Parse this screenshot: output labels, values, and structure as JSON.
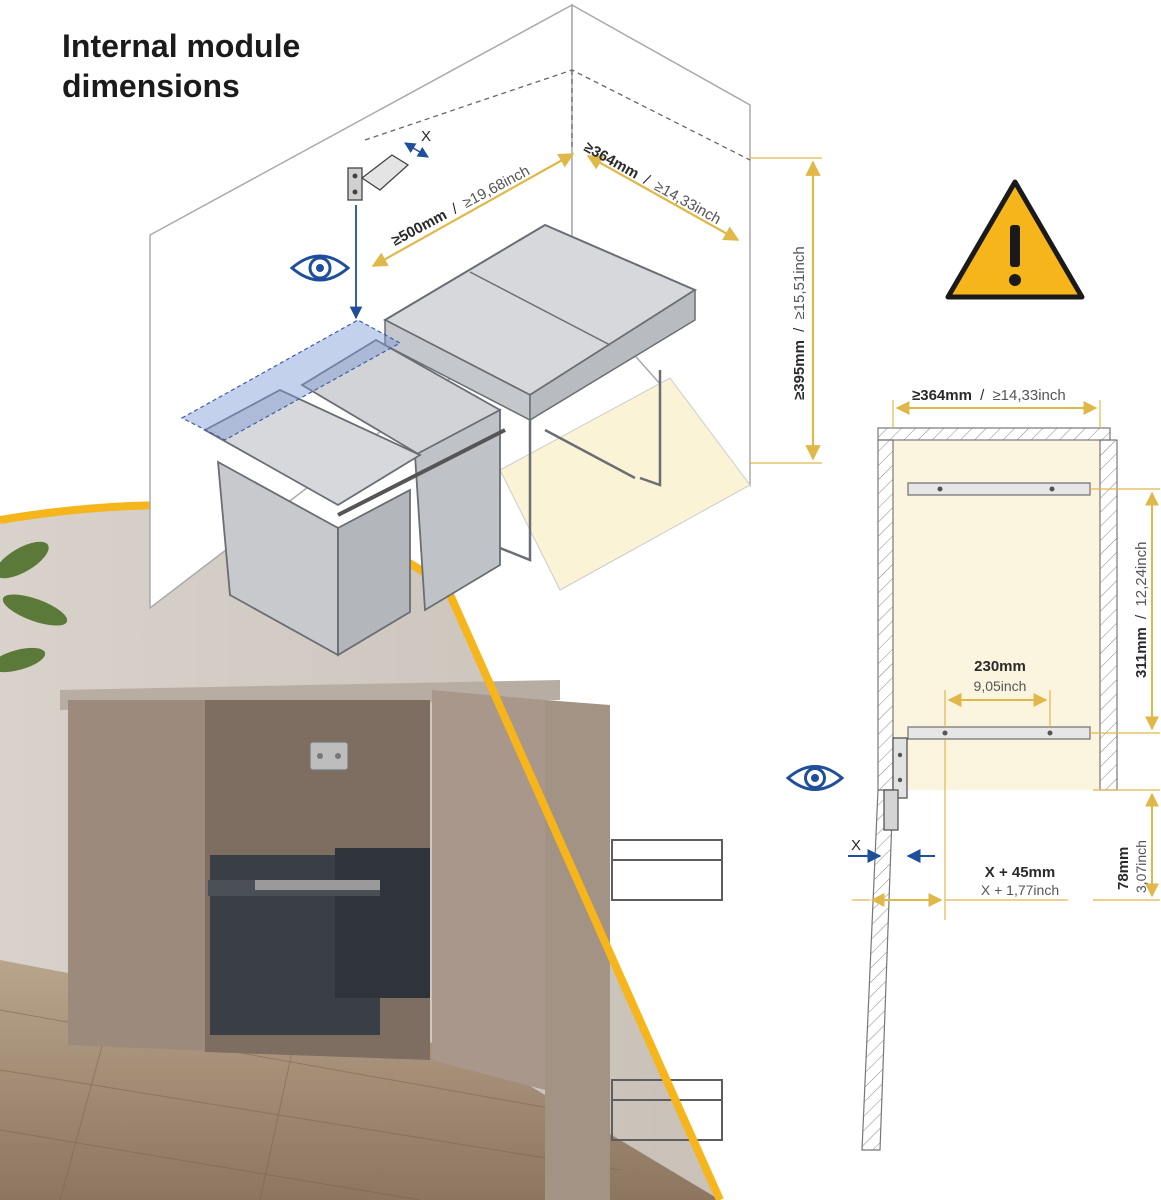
{
  "title_line1": "Internal module",
  "title_line2": "dimensions",
  "colors": {
    "accent": "#F5B51B",
    "dimension_line": "#E0B84A",
    "eye_icon": "#1F4E9A",
    "cabinet_fill": "#FBF5DF",
    "bin_grey": "#C9CBCF",
    "bin_dark": "#3A3E45",
    "wood_floor": "#9C8670"
  },
  "perspective": {
    "depth_mm": "≥500mm",
    "depth_sep": "/",
    "depth_in": "≥19,68inch",
    "width_mm": "≥364mm",
    "width_sep": "/",
    "width_in": "≥14,33inch",
    "height_mm": "≥395mm",
    "height_sep": "/",
    "height_in": "≥15,51inch",
    "hinge_gap": "X"
  },
  "front_view": {
    "width_mm": "≥364mm",
    "width_sep": "/",
    "width_in": "≥14,33inch",
    "rail_height_mm": "311mm",
    "rail_height_sep": "/",
    "rail_height_in": "12,24inch",
    "rail_span_mm": "230mm",
    "rail_span_in": "9,05inch",
    "bottom_mm": "78mm",
    "bottom_in": "3,07inch",
    "gap_label": "X",
    "offset_mm": "X + 45mm",
    "offset_in": "X + 1,77inch"
  },
  "icons": [
    "eye-icon",
    "warning-icon",
    "hinge-icon"
  ]
}
